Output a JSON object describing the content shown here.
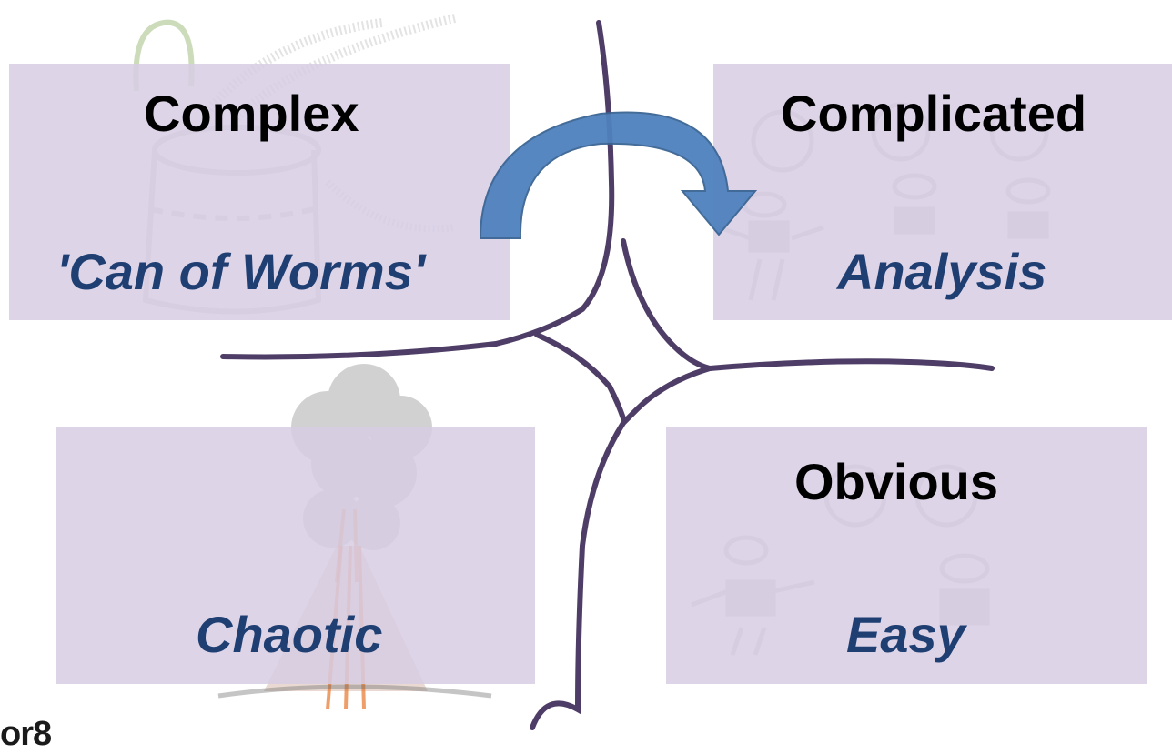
{
  "quadrants": {
    "complex": {
      "title": "Complex",
      "subtitle": "'Can of Worms'"
    },
    "complicated": {
      "title": "Complicated",
      "subtitle": "Analysis"
    },
    "chaotic": {
      "subtitle": "Chaotic"
    },
    "obvious": {
      "title": "Obvious",
      "subtitle": "Easy"
    }
  },
  "logo": {
    "text": "or8"
  },
  "colors": {
    "panel": "#d7cde4",
    "title": "#000000",
    "subtitle": "#1f3f73",
    "arrow": "#4f81bd",
    "lines": "#4e3d66"
  }
}
